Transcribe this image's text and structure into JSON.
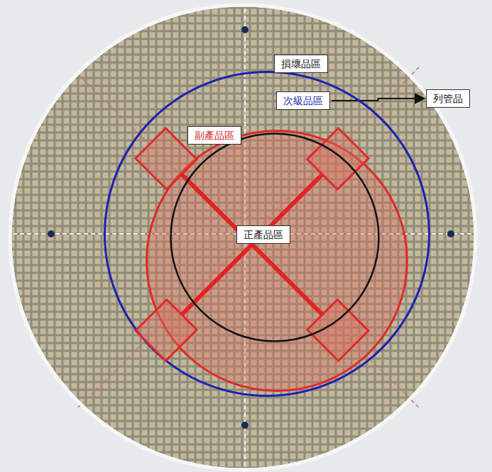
{
  "diagram": {
    "nodes": [
      {
        "text": [
          "損壞品區"
        ]
      },
      {
        "text": [
          "次級品區"
        ],
        "in": 0
      },
      {
        "text": [
          "副產品區"
        ],
        "in": 1
      },
      {
        "text": [
          "正產品區"
        ],
        "in": 2
      },
      {
        "text": [
          "列管品"
        ]
      }
    ],
    "edges": [
      {
        "from": 1,
        "to": 4,
        "arrow": "to"
      }
    ]
  }
}
